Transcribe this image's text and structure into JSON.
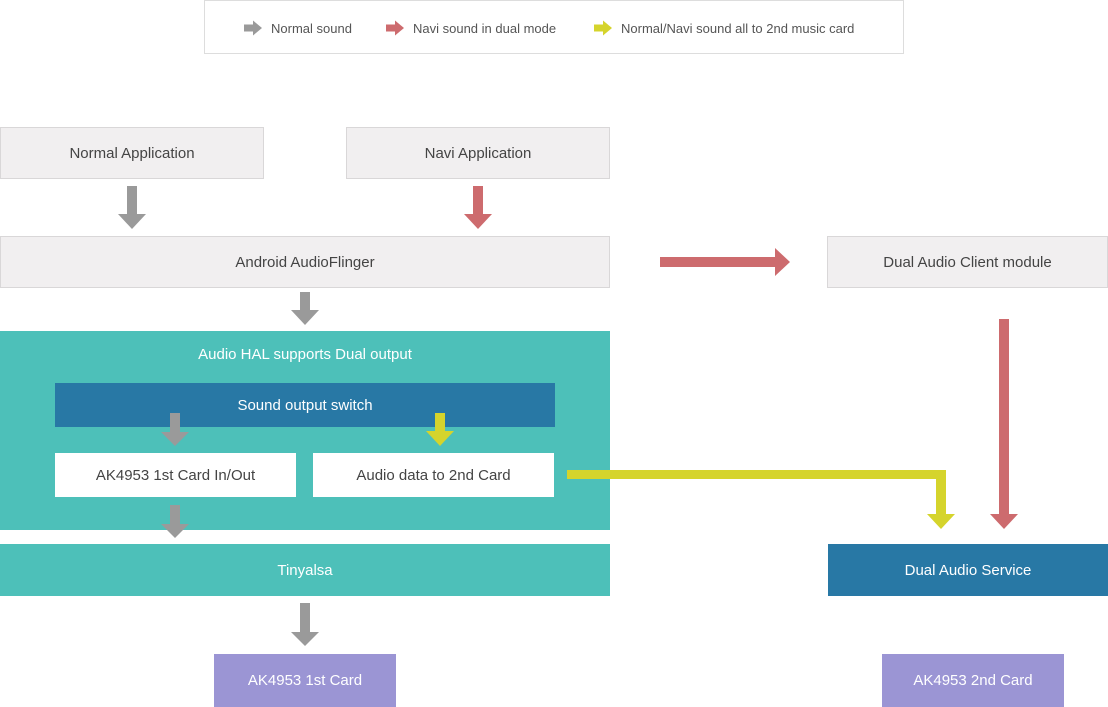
{
  "legend": {
    "items": [
      {
        "label": "Normal sound",
        "color": "#9a9a9a"
      },
      {
        "label": "Navi sound in dual mode",
        "color": "#cd6b6e"
      },
      {
        "label": "Normal/Navi sound all to 2nd music card",
        "color": "#d5d42c"
      }
    ]
  },
  "nodes": {
    "normal_app": "Normal Application",
    "navi_app": "Navi Application",
    "audioflinger": "Android AudioFlinger",
    "dual_client": "Dual Audio Client module",
    "hal_title": "Audio HAL supports Dual output",
    "sound_switch": "Sound output switch",
    "ak_card_io": "AK4953 1st Card In/Out",
    "audio_2nd": "Audio data to 2nd Card",
    "tinyalsa": "Tinyalsa",
    "dual_service": "Dual Audio Service",
    "ak_1st": "AK4953 1st Card",
    "ak_2nd": "AK4953 2nd Card"
  },
  "colors": {
    "normal": "#9a9a9a",
    "navi": "#cd6b6e",
    "dual": "#d5d42c",
    "teal": "#4dc0b9",
    "blue": "#2878a5",
    "purple": "#9b95d4",
    "gray_box": "#f1eff0"
  }
}
